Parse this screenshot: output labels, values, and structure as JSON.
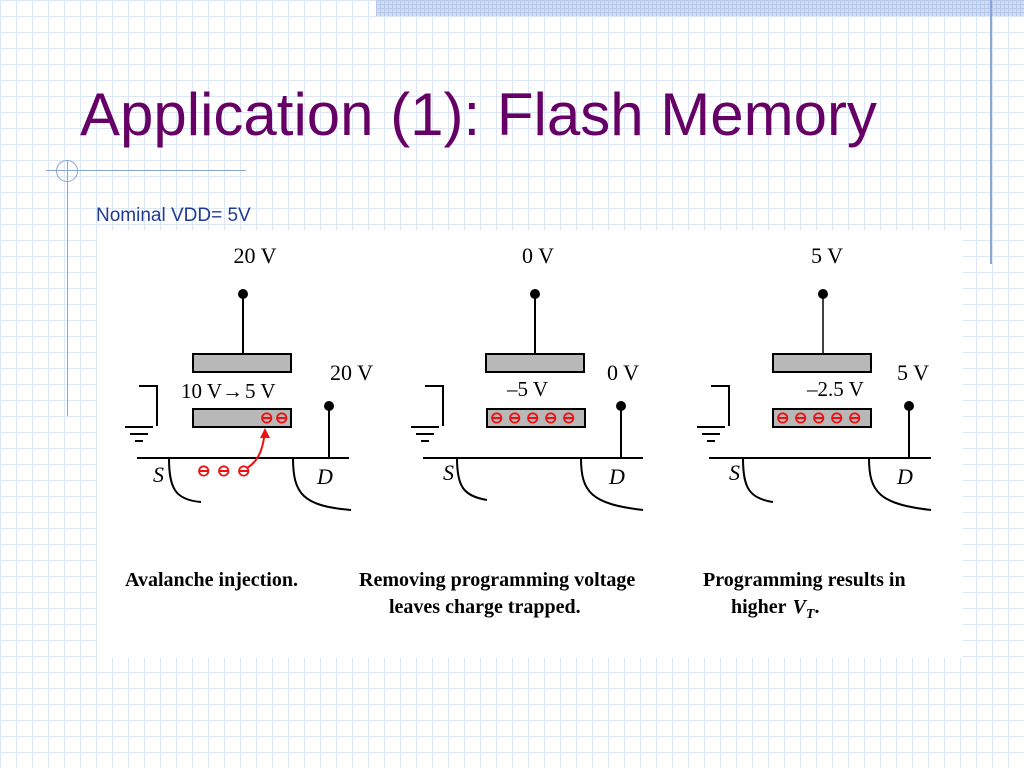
{
  "slide": {
    "title": "Application (1): Flash Memory",
    "subtitle": "Nominal VDD= 5V"
  },
  "diagram": {
    "panels": [
      {
        "gate_voltage": "20 V",
        "floating_gate_voltage": "10 V",
        "floating_gate_voltage_after": "5 V",
        "drain_voltage": "20 V",
        "source_label": "S",
        "drain_label": "D",
        "caption_lines": [
          "Avalanche injection."
        ]
      },
      {
        "gate_voltage": "0 V",
        "floating_gate_voltage": "–5 V",
        "drain_voltage": "0 V",
        "source_label": "S",
        "drain_label": "D",
        "caption_lines": [
          "Removing programming voltage",
          "leaves charge trapped."
        ]
      },
      {
        "gate_voltage": "5 V",
        "floating_gate_voltage": "–2.5 V",
        "drain_voltage": "5 V",
        "source_label": "S",
        "drain_label": "D",
        "caption_lines": [
          "Programming results in",
          "higher"
        ],
        "caption_vt": "V",
        "caption_vt_sub": "T"
      }
    ],
    "electron_symbol": "⊖",
    "colors": {
      "title": "#660066",
      "subtitle": "#1f3a93",
      "electron": "#ee1111",
      "gate_fill": "#b8b8b8",
      "stroke": "#000000"
    }
  }
}
